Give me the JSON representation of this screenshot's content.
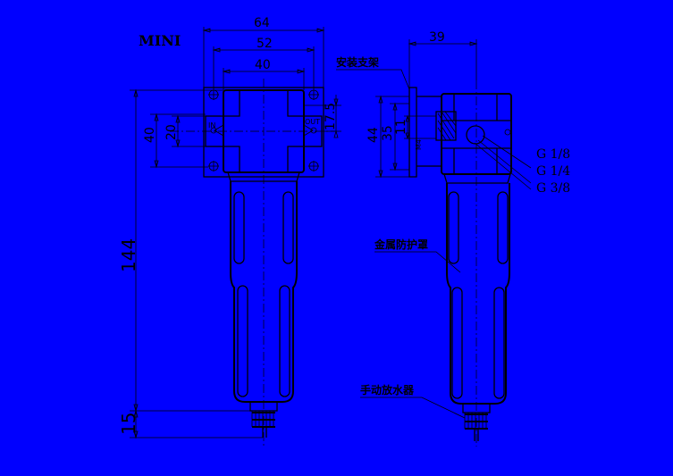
{
  "title": "MINI",
  "colors": {
    "background": "#0000FF",
    "lines": "#000000"
  },
  "dimensions": {
    "width_64": "64",
    "width_52": "52",
    "width_40": "40",
    "height_40": "40",
    "port_20": "20",
    "port_17_5": "17.5",
    "body_144": "144",
    "drain_15": "15",
    "depth_39": "39",
    "side_44": "44",
    "side_35": "35",
    "side_11": "11",
    "side_m4": "M4"
  },
  "ports": {
    "in": "IN",
    "out": "OUT"
  },
  "labels": {
    "bracket": "安装支架",
    "guard": "金属防护罩",
    "drain": "手动放水器"
  },
  "threads": [
    "G 1/8",
    "G 1/4",
    "G 3/8"
  ]
}
